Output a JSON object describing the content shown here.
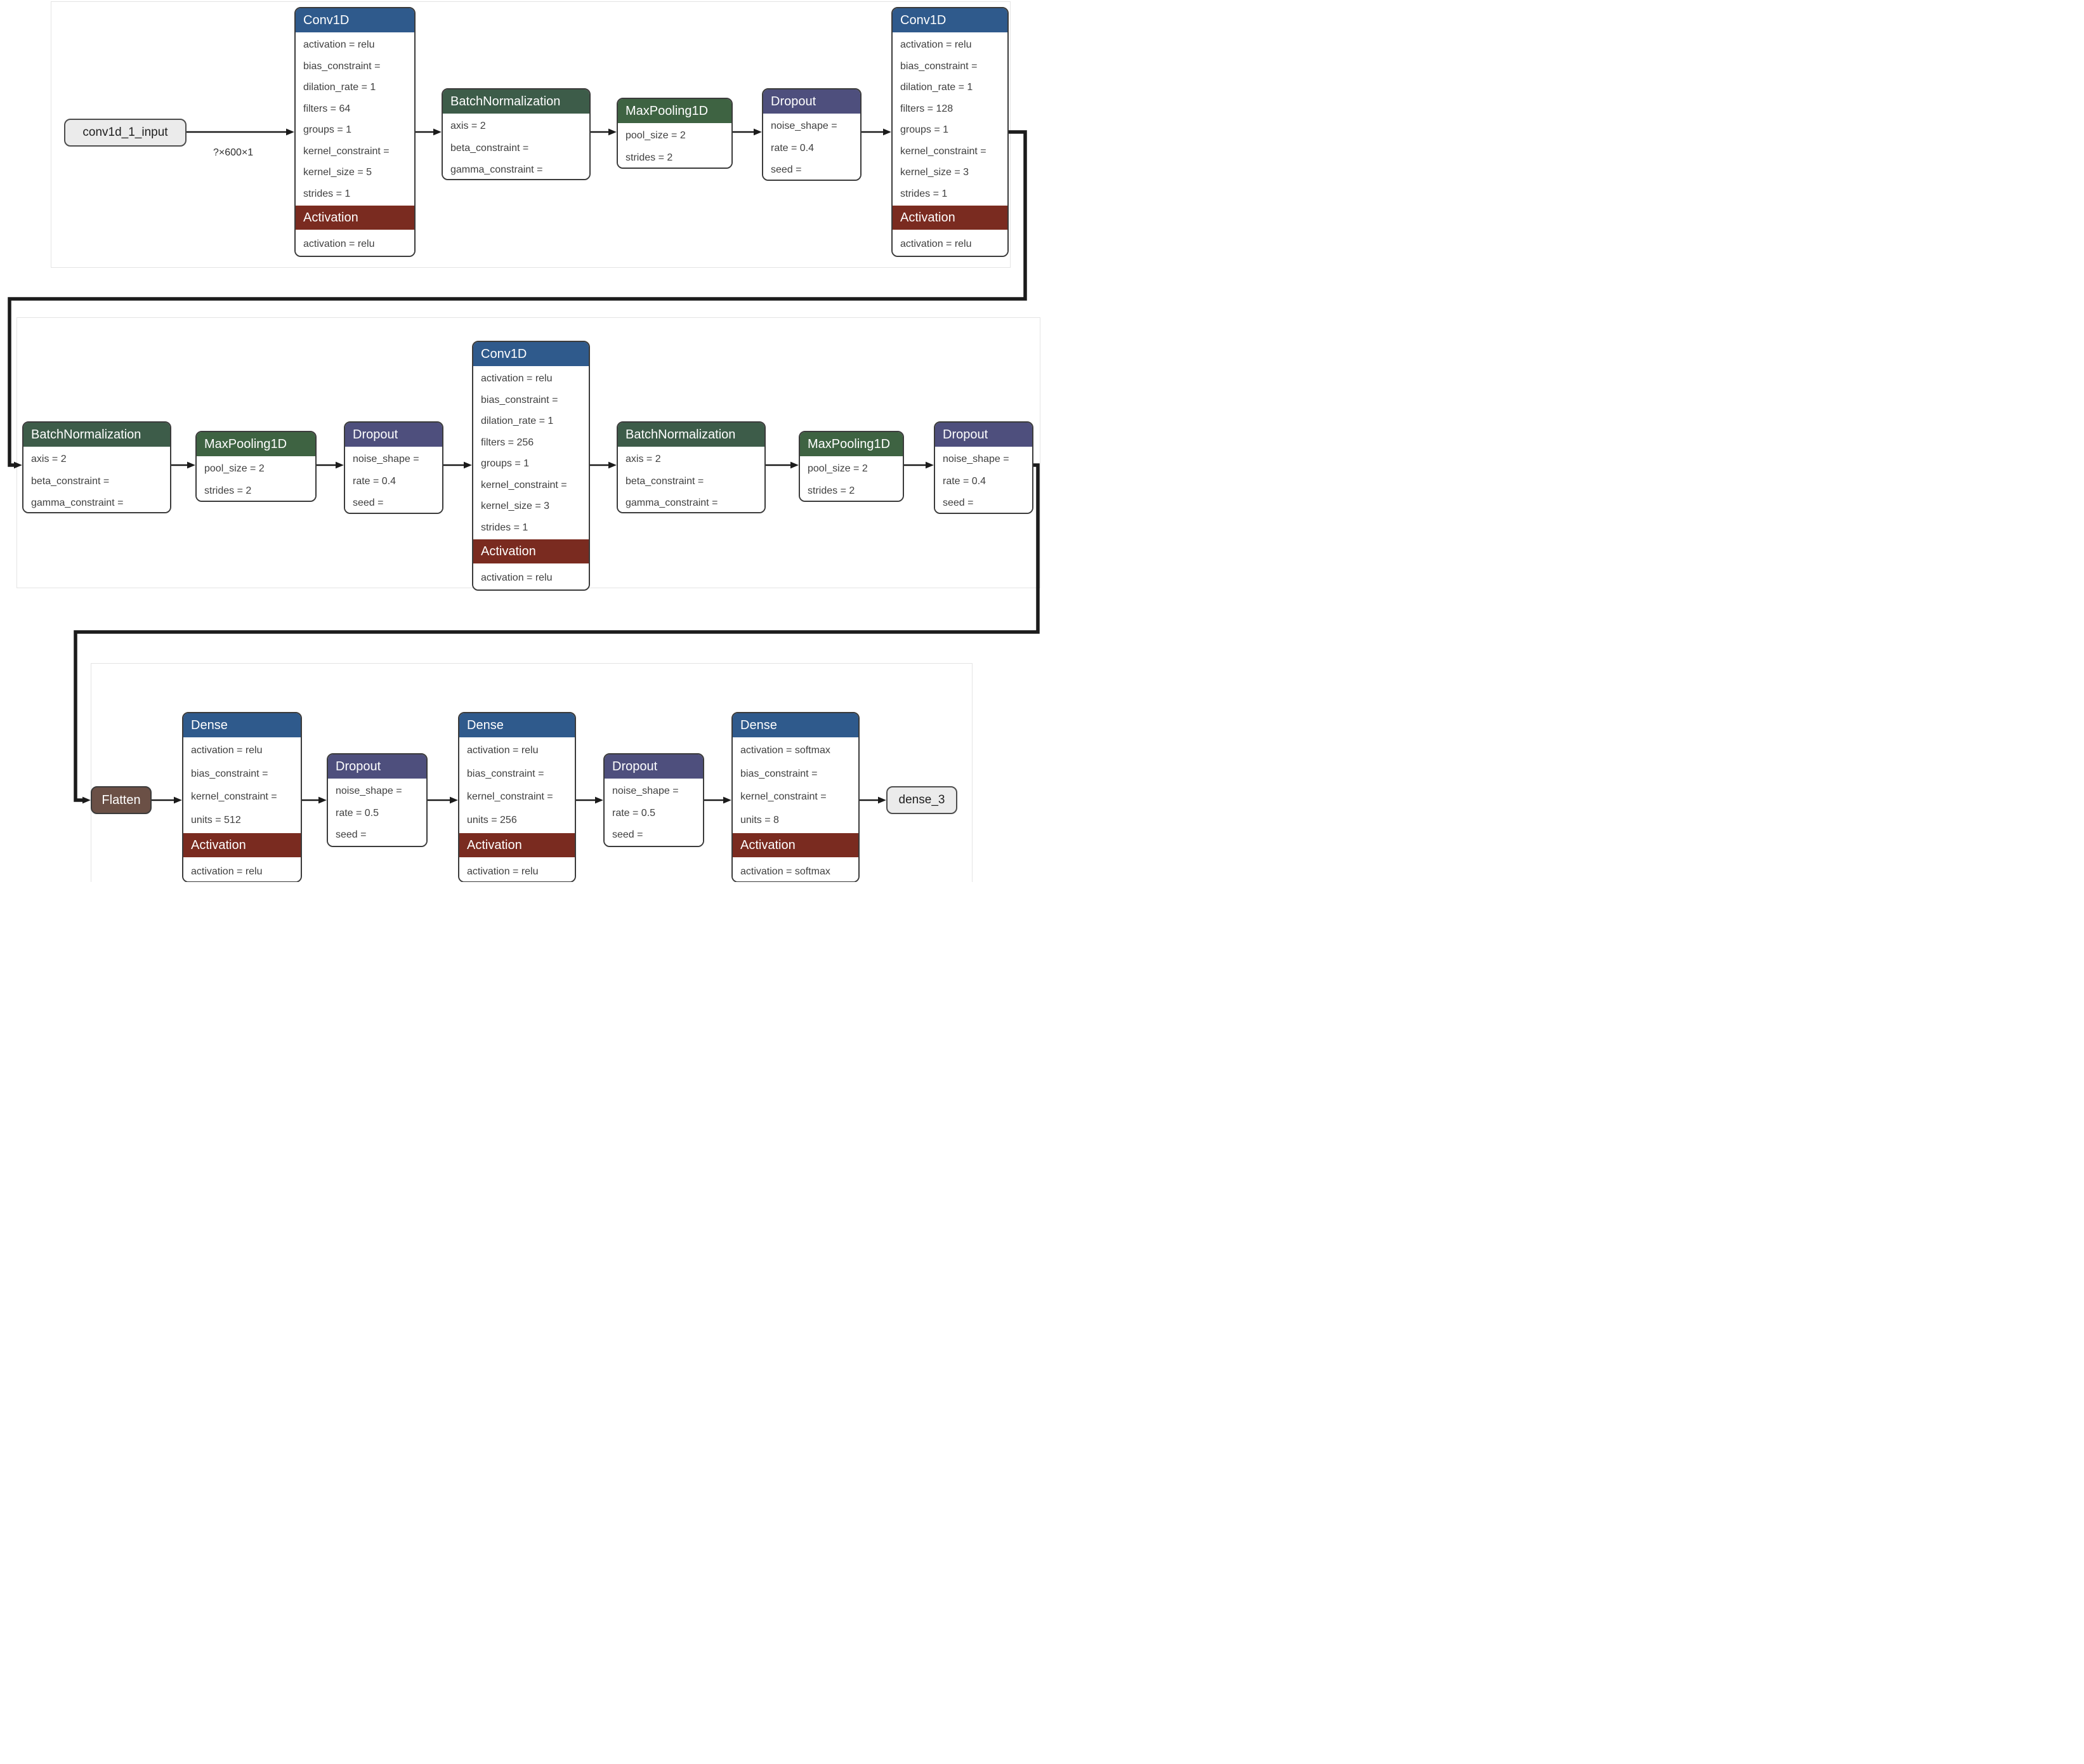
{
  "diagram": {
    "input_shape_label": "?×600×1",
    "colors": {
      "header_blue": "#2f5a8c",
      "header_green_bn": "#3d5c49",
      "header_green_mp": "#3e6342",
      "header_purple": "#4e4f7d",
      "header_red": "#7a2b20",
      "flatten_brown": "#6b5046",
      "io_fill": "#ebebeb",
      "io_border": "#4d4d4d",
      "node_border": "#3b3b3b",
      "body_text": "#3f3f3f",
      "edge_color": "#1b1b1b",
      "group_border": "#e4e4e4"
    },
    "nodes": {
      "input": {
        "label": "conv1d_1_input"
      },
      "output": {
        "label": "dense_3"
      },
      "flatten": {
        "label": "Flatten"
      },
      "conv1": {
        "title": "Conv1D",
        "params": [
          "activation = relu",
          "bias_constraint =",
          "dilation_rate = 1",
          "filters = 64",
          "groups = 1",
          "kernel_constraint =",
          "kernel_size = 5",
          "strides = 1"
        ],
        "activation_title": "Activation",
        "activation_param": "activation = relu"
      },
      "conv2": {
        "title": "Conv1D",
        "params": [
          "activation = relu",
          "bias_constraint =",
          "dilation_rate = 1",
          "filters = 128",
          "groups = 1",
          "kernel_constraint =",
          "kernel_size = 3",
          "strides = 1"
        ],
        "activation_title": "Activation",
        "activation_param": "activation = relu"
      },
      "conv3": {
        "title": "Conv1D",
        "params": [
          "activation = relu",
          "bias_constraint =",
          "dilation_rate = 1",
          "filters = 256",
          "groups = 1",
          "kernel_constraint =",
          "kernel_size = 3",
          "strides = 1"
        ],
        "activation_title": "Activation",
        "activation_param": "activation = relu"
      },
      "batchnorm": {
        "title": "BatchNormalization",
        "params": [
          "axis = 2",
          "beta_constraint =",
          "gamma_constraint ="
        ]
      },
      "maxpool": {
        "title": "MaxPooling1D",
        "params": [
          "pool_size = 2",
          "strides = 2"
        ]
      },
      "dropout_04": {
        "title": "Dropout",
        "params": [
          "noise_shape =",
          "rate = 0.4",
          "seed ="
        ]
      },
      "dropout_05": {
        "title": "Dropout",
        "params": [
          "noise_shape =",
          "rate = 0.5",
          "seed ="
        ]
      },
      "dense1": {
        "title": "Dense",
        "params": [
          "activation = relu",
          "bias_constraint =",
          "kernel_constraint =",
          "units = 512"
        ],
        "activation_title": "Activation",
        "activation_param": "activation = relu"
      },
      "dense2": {
        "title": "Dense",
        "params": [
          "activation = relu",
          "bias_constraint =",
          "kernel_constraint =",
          "units = 256"
        ],
        "activation_title": "Activation",
        "activation_param": "activation = relu"
      },
      "dense3": {
        "title": "Dense",
        "params": [
          "activation = softmax",
          "bias_constraint =",
          "kernel_constraint =",
          "units = 8"
        ],
        "activation_title": "Activation",
        "activation_param": "activation = softmax"
      }
    }
  }
}
